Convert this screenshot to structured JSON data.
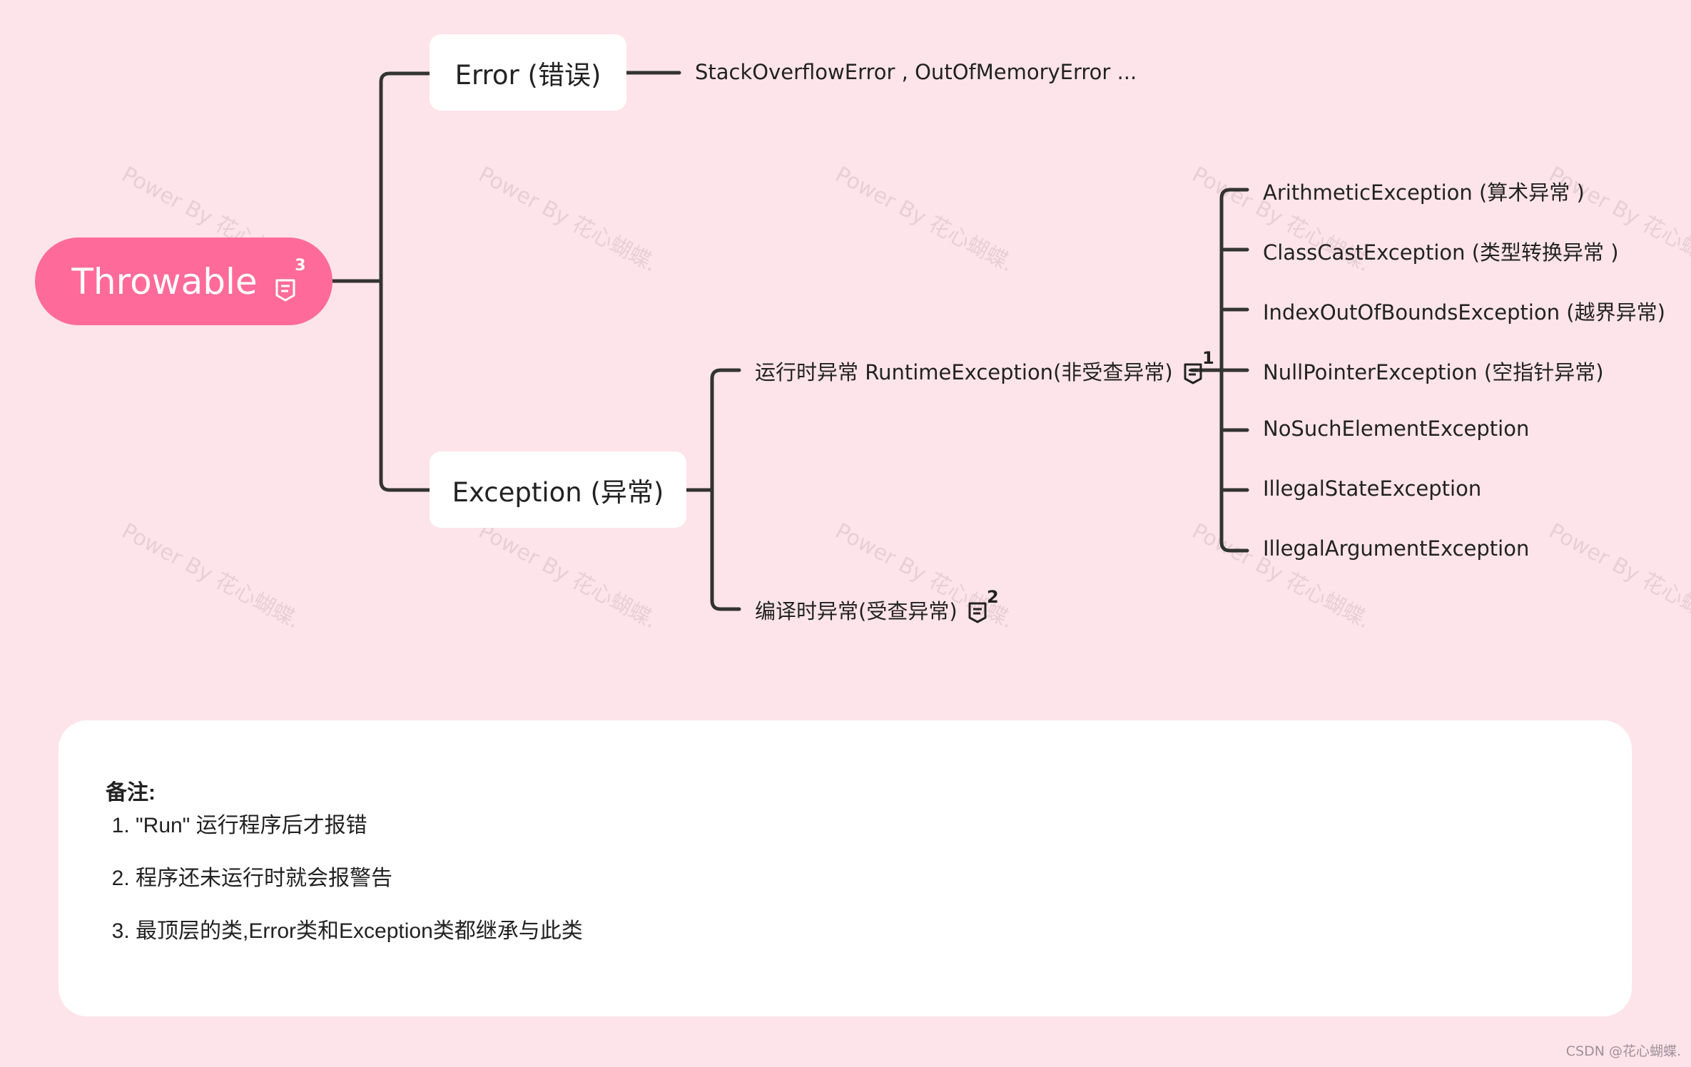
{
  "root": {
    "label": "Throwable",
    "note_ref": "3"
  },
  "error": {
    "label": "Error (错误)",
    "children": "StackOverflowError , OutOfMemoryError ..."
  },
  "exception": {
    "label": "Exception (异常)",
    "runtime": {
      "label": "运行时异常 RuntimeException(非受查异常)",
      "note_ref": "1",
      "children": [
        "ArithmeticException (算术异常 )",
        "ClassCastException (类型转换异常 )",
        "IndexOutOfBoundsException (越界异常)",
        "NullPointerException (空指针异常)",
        "NoSuchElementException",
        "IllegalStateException",
        "IllegalArgumentException"
      ]
    },
    "checked": {
      "label": "编译时异常(受查异常)",
      "note_ref": "2"
    }
  },
  "watermark": "Power By 花心蝴蝶.",
  "notes": {
    "title": "备注:",
    "items": [
      "\"Run\" 运行程序后才报错",
      "程序还未运行时就会报警告",
      "最顶层的类,Error类和Exception类都继承与此类"
    ]
  },
  "credit": "CSDN @花心蝴蝶.",
  "colors": {
    "background": "#fde4ea",
    "root": "#fe6b9b",
    "line": "#333333"
  }
}
